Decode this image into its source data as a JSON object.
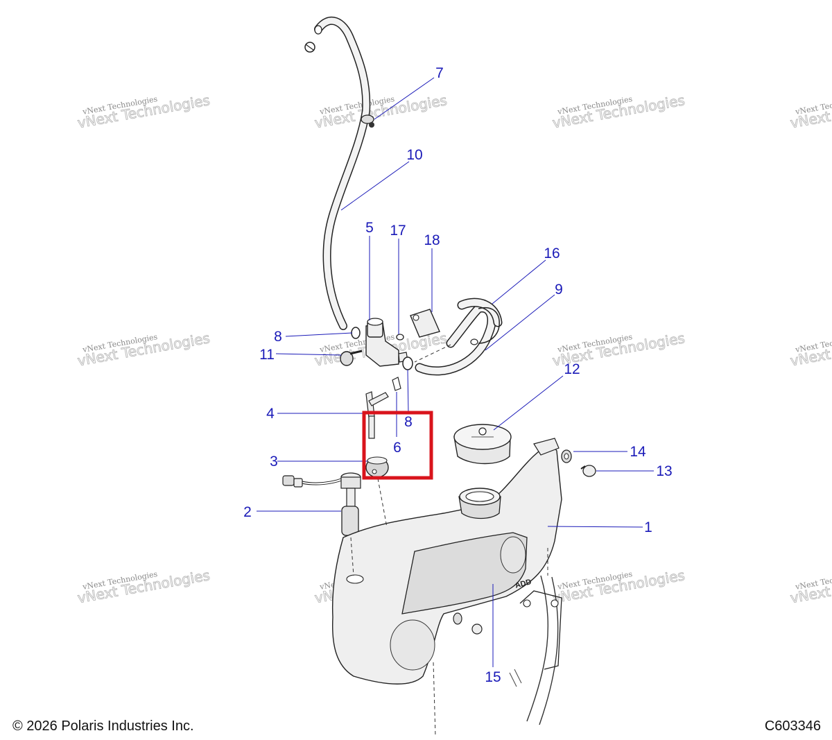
{
  "footer": {
    "copyright": "© 2026 Polaris Industries Inc.",
    "drawing_id": "C603346"
  },
  "watermark": {
    "small": "vNext Technologies",
    "big": "vNext Technologies"
  },
  "callouts": {
    "c1": "1",
    "c2": "2",
    "c3": "3",
    "c4": "4",
    "c5": "5",
    "c6": "6",
    "c7": "7",
    "c8a": "8",
    "c8b": "8",
    "c9": "9",
    "c10": "10",
    "c11": "11",
    "c12": "12",
    "c13": "13",
    "c14": "14",
    "c15": "15",
    "c16": "16",
    "c17": "17",
    "c18": "18"
  },
  "tank_label": "ADD",
  "colors": {
    "callout": "#1a1ab8",
    "highlight": "#d9141c"
  }
}
